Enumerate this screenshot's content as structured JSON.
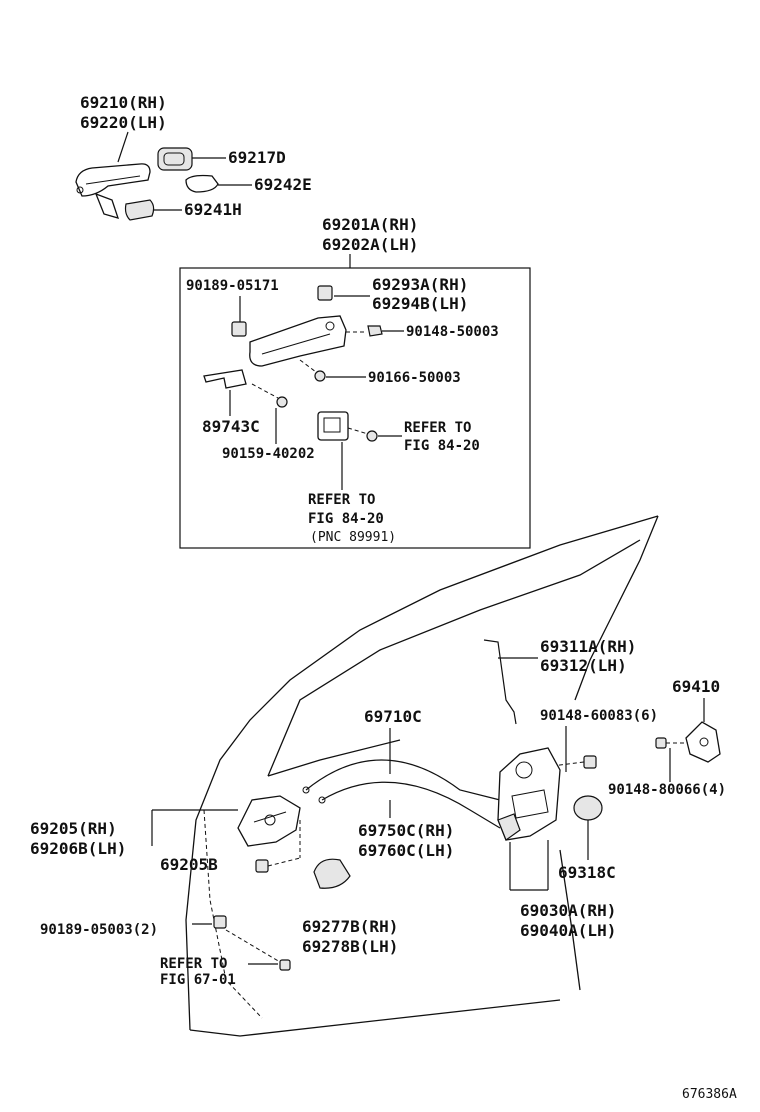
{
  "diagram_id": "676386A",
  "labels": {
    "handle_rh": "69210(RH)",
    "handle_lh": "69220(LH)",
    "cap_d": "69217D",
    "pad_e": "69242E",
    "pad_h": "69241H",
    "frame_rh": "69201A(RH)",
    "frame_lh": "69202A(LH)",
    "clip_05171": "90189-05171",
    "rod_rh_a": "69293A(RH)",
    "rod_lh_b": "69294B(LH)",
    "screw_50003a": "90148-50003",
    "screw_50003b": "90166-50003",
    "sensor_c": "89743C",
    "bolt_40202": "90159-40202",
    "refer_to_1": "REFER TO",
    "fig_84_20_1": "FIG 84-20",
    "refer_to_2": "REFER TO",
    "fig_84_20_2": "FIG 84-20",
    "pnc": "(PNC 89991)",
    "rod_311a": "69311A(RH)",
    "rod_312": "69312(LH)",
    "striker": "69410",
    "cable_710c": "69710C",
    "screw_60083": "90148-60083(6)",
    "screw_80066": "90148-80066(4)",
    "inner_rh": "69205(RH)",
    "inner_lh": "69206B(LH)",
    "inner_b": "69205B",
    "cable_rh": "69750C(RH)",
    "cable_lh": "69760C(LH)",
    "grommet_c": "69318C",
    "clip_05003": "90189-05003(2)",
    "cover_rh": "69277B(RH)",
    "cover_lh": "69278B(LH)",
    "lock_rh": "69030A(RH)",
    "lock_lh": "69040A(LH)",
    "refer_to_3": "REFER TO",
    "fig_67_01": "FIG 67-01"
  },
  "icons": [
    "door-handle-icon",
    "lock-assembly-icon",
    "screw-icon",
    "striker-icon",
    "cable-icon",
    "grommet-icon"
  ]
}
